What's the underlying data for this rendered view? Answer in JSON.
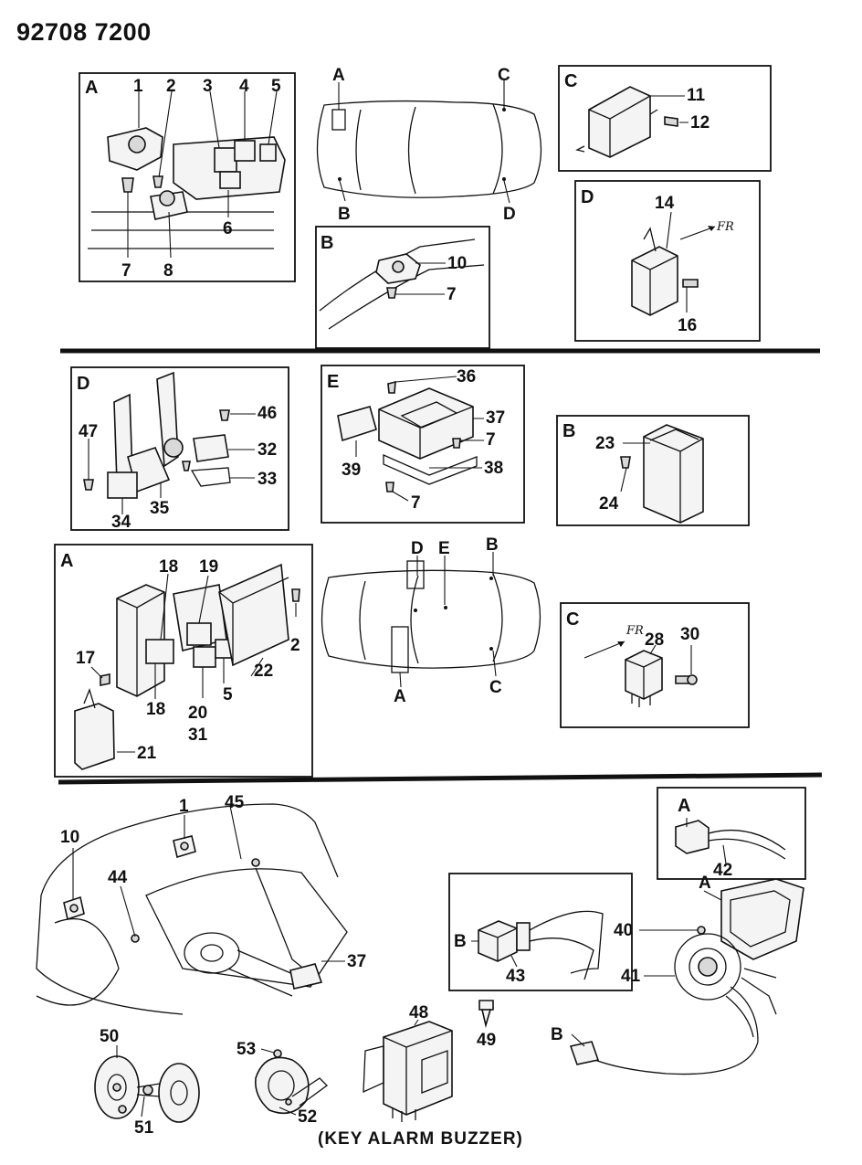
{
  "document_number": "92708 7200",
  "caption": "(KEY ALARM BUZZER)",
  "fr_label": "FR",
  "box_letters": {
    "s1_a": "A",
    "s1_c": "C",
    "s1_b": "B",
    "s1_d": "D",
    "s2_d": "D",
    "s2_e": "E",
    "s2_b": "B",
    "s2_a": "A",
    "s2_c": "C",
    "s3_a": "A"
  },
  "car_top_labels": {
    "a": "A",
    "b": "B",
    "c": "C",
    "d": "D"
  },
  "car_mid_labels": {
    "d": "D",
    "e": "E",
    "b": "B",
    "a": "A",
    "c": "C"
  },
  "section3_letters": {
    "a_pad": "A",
    "b_conn": "B",
    "b_clock": "B"
  },
  "callouts": {
    "p1": "1",
    "p2": "2",
    "p3": "3",
    "p4": "4",
    "p5": "5",
    "p6": "6",
    "p7": "7",
    "p8": "8",
    "p10": "10",
    "p7b": "7",
    "p11": "11",
    "p12": "12",
    "p14": "14",
    "p16": "16",
    "p46": "46",
    "p47": "47",
    "p32": "32",
    "p33": "33",
    "p35": "35",
    "p34": "34",
    "p36": "36",
    "p37": "37",
    "p7c": "7",
    "p39": "39",
    "p38": "38",
    "p7d": "7",
    "p23": "23",
    "p24": "24",
    "p18": "18",
    "p19": "19",
    "p22": "22",
    "p2b": "2",
    "p17": "17",
    "p18b": "18",
    "p20": "20",
    "p31": "31",
    "p5b": "5",
    "p21": "21",
    "p28": "28",
    "p30": "30",
    "p1c": "1",
    "p45": "45",
    "p10c": "10",
    "p44": "44",
    "p37c": "37",
    "p42": "42",
    "p40": "40",
    "p41": "41",
    "p43": "43",
    "p48": "48",
    "p49": "49",
    "p50": "50",
    "p51": "51",
    "p53": "53",
    "p52": "52"
  }
}
